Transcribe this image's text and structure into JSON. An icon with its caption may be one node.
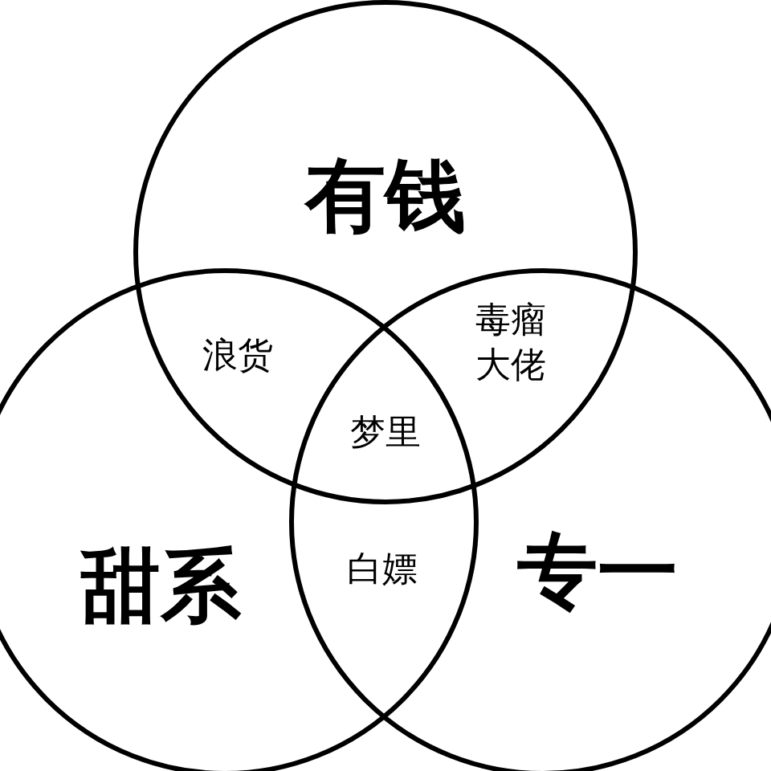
{
  "diagram": {
    "nodes": [
      {
        "text": [
          "有钱"
        ]
      },
      {
        "text": [
          "甜系"
        ]
      },
      {
        "text": [
          "专一"
        ]
      }
    ],
    "labels": [
      "浪货",
      "毒瘤大佬",
      "梦里",
      "白嫖"
    ]
  }
}
